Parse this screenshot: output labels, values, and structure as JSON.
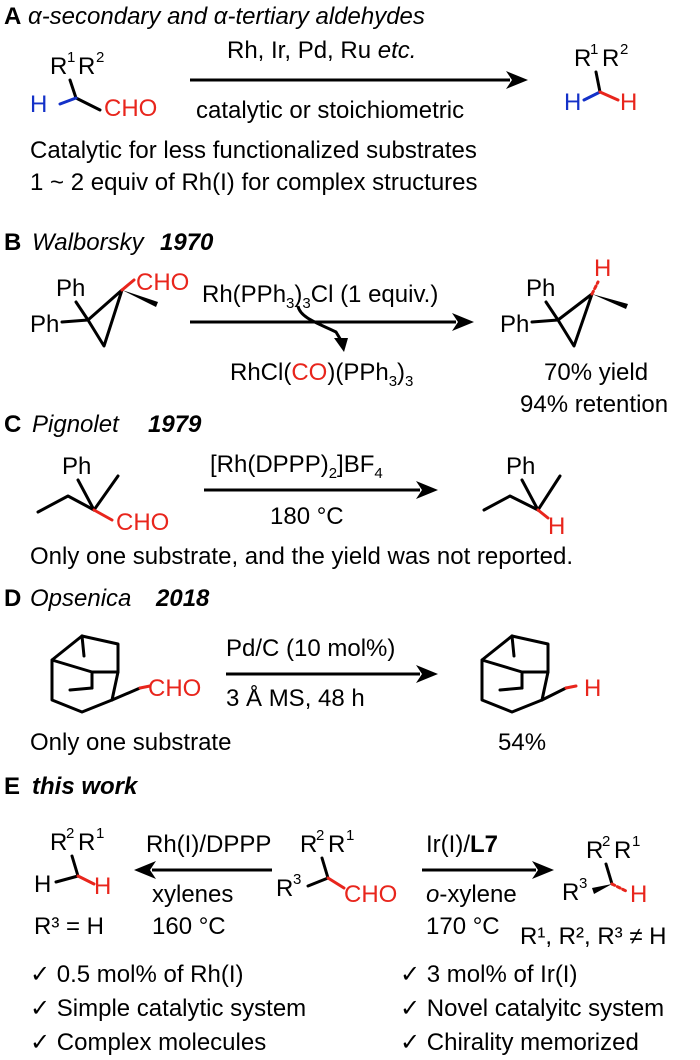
{
  "sectionA": {
    "letter": "A",
    "title": "α-secondary and α-tertiary aldehydes",
    "reagent_top": "Rh, Ir, Pd, Ru ",
    "reagent_top_italic": "etc.",
    "reagent_bottom": "catalytic or stoichiometric",
    "note1": "Catalytic for less functionalized substrates",
    "note2": "1 ~ 2 equiv of Rh(I) for complex structures"
  },
  "sectionB": {
    "letter": "B",
    "author": "Walborsky",
    "year": "1970",
    "reagent": "Rh(PPh",
    "reagent_sub1": "3",
    "reagent_mid": ")",
    "reagent_sub2": "3",
    "reagent_end": "Cl (1 equiv.)",
    "byproduct_a": "RhCl(",
    "byproduct_co": "CO",
    "byproduct_b": ")(PPh",
    "byproduct_sub": "3",
    "byproduct_c": ")",
    "byproduct_sub2": "3",
    "yield": "70% yield",
    "retention": "94% retention"
  },
  "sectionC": {
    "letter": "C",
    "author": "Pignolet",
    "year": "1979",
    "reagent_a": "[Rh(DPPP)",
    "reagent_sub": "2",
    "reagent_b": "]BF",
    "reagent_sub2": "4",
    "condition": "180 °C",
    "note": "Only one substrate, and the yield was not reported."
  },
  "sectionD": {
    "letter": "D",
    "author": "Opsenica",
    "year": "2018",
    "reagent": "Pd/C (10 mol%)",
    "condition": "3 Å MS, 48 h",
    "note": "Only one substrate",
    "yield": "54%"
  },
  "sectionE": {
    "letter": "E",
    "title": "this work",
    "left_reagent": "Rh(I)/DPPP",
    "left_cond1": "xylenes",
    "left_cond2": "160 °C",
    "left_note": "R³ = H",
    "right_reagent_a": "Ir(I)/",
    "right_reagent_b": "L7",
    "right_cond1_italic": "o",
    "right_cond1": "-xylene",
    "right_cond2": "170 °C",
    "right_note": "R¹, R², R³ ≠ H",
    "left_points": [
      "✓ 0.5 mol% of Rh(I)",
      "✓ Simple catalytic system",
      "✓ Complex molecules"
    ],
    "right_points": [
      "✓ 3 mol% of Ir(I)",
      "✓ Novel catalyitc system",
      "✓ Chirality memorized"
    ]
  },
  "labels": {
    "Ph": "Ph",
    "CHO": "CHO",
    "H": "H",
    "R1": "R",
    "R2": "R",
    "R3": "R",
    "one": "1",
    "two": "2",
    "three": "3"
  }
}
